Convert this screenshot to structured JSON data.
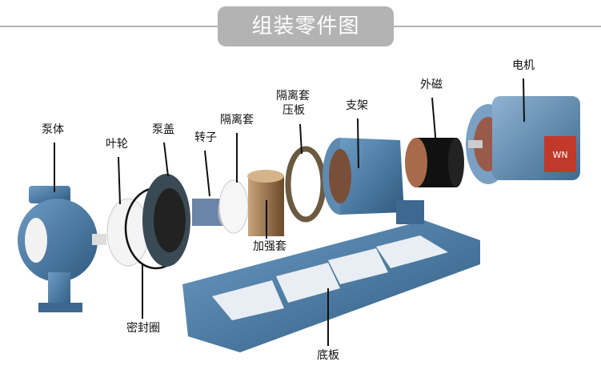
{
  "title": "组装零件图",
  "labels": {
    "pump_body": "泵体",
    "impeller": "叶轮",
    "pump_cover": "泵盖",
    "rotor": "转子",
    "isolation_sleeve": "隔离套",
    "sleeve_plate_1": "隔离套",
    "sleeve_plate_2": "压板",
    "bracket": "支架",
    "outer_magnet": "外磁",
    "motor": "电机",
    "reinforcing_sleeve": "加强套",
    "seal_ring": "密封圈",
    "base_plate": "底板"
  },
  "motor_logo": "WN",
  "colors": {
    "pump_blue": "#4a7aa3",
    "banner": "#b3b3b3"
  }
}
